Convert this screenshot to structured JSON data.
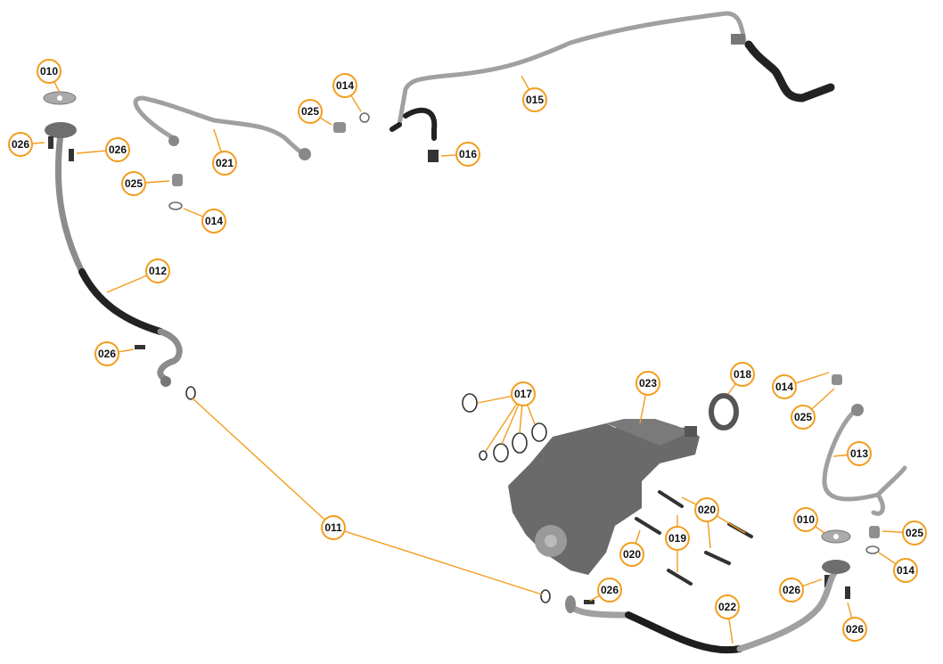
{
  "diagram": {
    "accent_color": "#f29d1e",
    "pipe_color": "#9a9a9a",
    "hose_color": "#1e1e1e",
    "callouts": [
      {
        "id": "c010a",
        "label": "010"
      },
      {
        "id": "c026a",
        "label": "026"
      },
      {
        "id": "c026b",
        "label": "026"
      },
      {
        "id": "c021",
        "label": "021"
      },
      {
        "id": "c025a",
        "label": "025"
      },
      {
        "id": "c014a",
        "label": "014"
      },
      {
        "id": "c025b",
        "label": "025"
      },
      {
        "id": "c014b",
        "label": "014"
      },
      {
        "id": "c015",
        "label": "015"
      },
      {
        "id": "c016",
        "label": "016"
      },
      {
        "id": "c012",
        "label": "012"
      },
      {
        "id": "c026c",
        "label": "026"
      },
      {
        "id": "c011",
        "label": "011"
      },
      {
        "id": "c017",
        "label": "017"
      },
      {
        "id": "c023",
        "label": "023"
      },
      {
        "id": "c018",
        "label": "018"
      },
      {
        "id": "c014c",
        "label": "014"
      },
      {
        "id": "c025c",
        "label": "025"
      },
      {
        "id": "c013",
        "label": "013"
      },
      {
        "id": "c020a",
        "label": "020"
      },
      {
        "id": "c019",
        "label": "019"
      },
      {
        "id": "c020b",
        "label": "020"
      },
      {
        "id": "c010b",
        "label": "010"
      },
      {
        "id": "c025d",
        "label": "025"
      },
      {
        "id": "c014d",
        "label": "014"
      },
      {
        "id": "c026d",
        "label": "026"
      },
      {
        "id": "c026e",
        "label": "026"
      },
      {
        "id": "c022",
        "label": "022"
      },
      {
        "id": "c026f",
        "label": "026"
      }
    ]
  }
}
